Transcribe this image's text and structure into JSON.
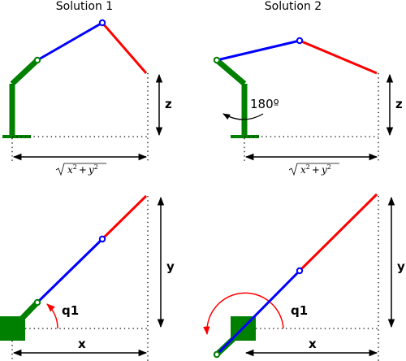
{
  "titles": {
    "solution1": "Solution 1",
    "solution2": "Solution 2"
  },
  "labels": {
    "z": "z",
    "y": "y",
    "x": "x",
    "q1": "q1",
    "rotation": "180º",
    "sqrt_x": "x",
    "sqrt_y": "y",
    "sqrt_exp": "2",
    "sqrt_plus": "+"
  },
  "colors": {
    "base_link": "#008000",
    "upper_arm": "#0000ff",
    "forearm": "#ff0000",
    "angle_arrow": "#ff0000",
    "dimension": "#000000",
    "background": "#ffffff"
  }
}
